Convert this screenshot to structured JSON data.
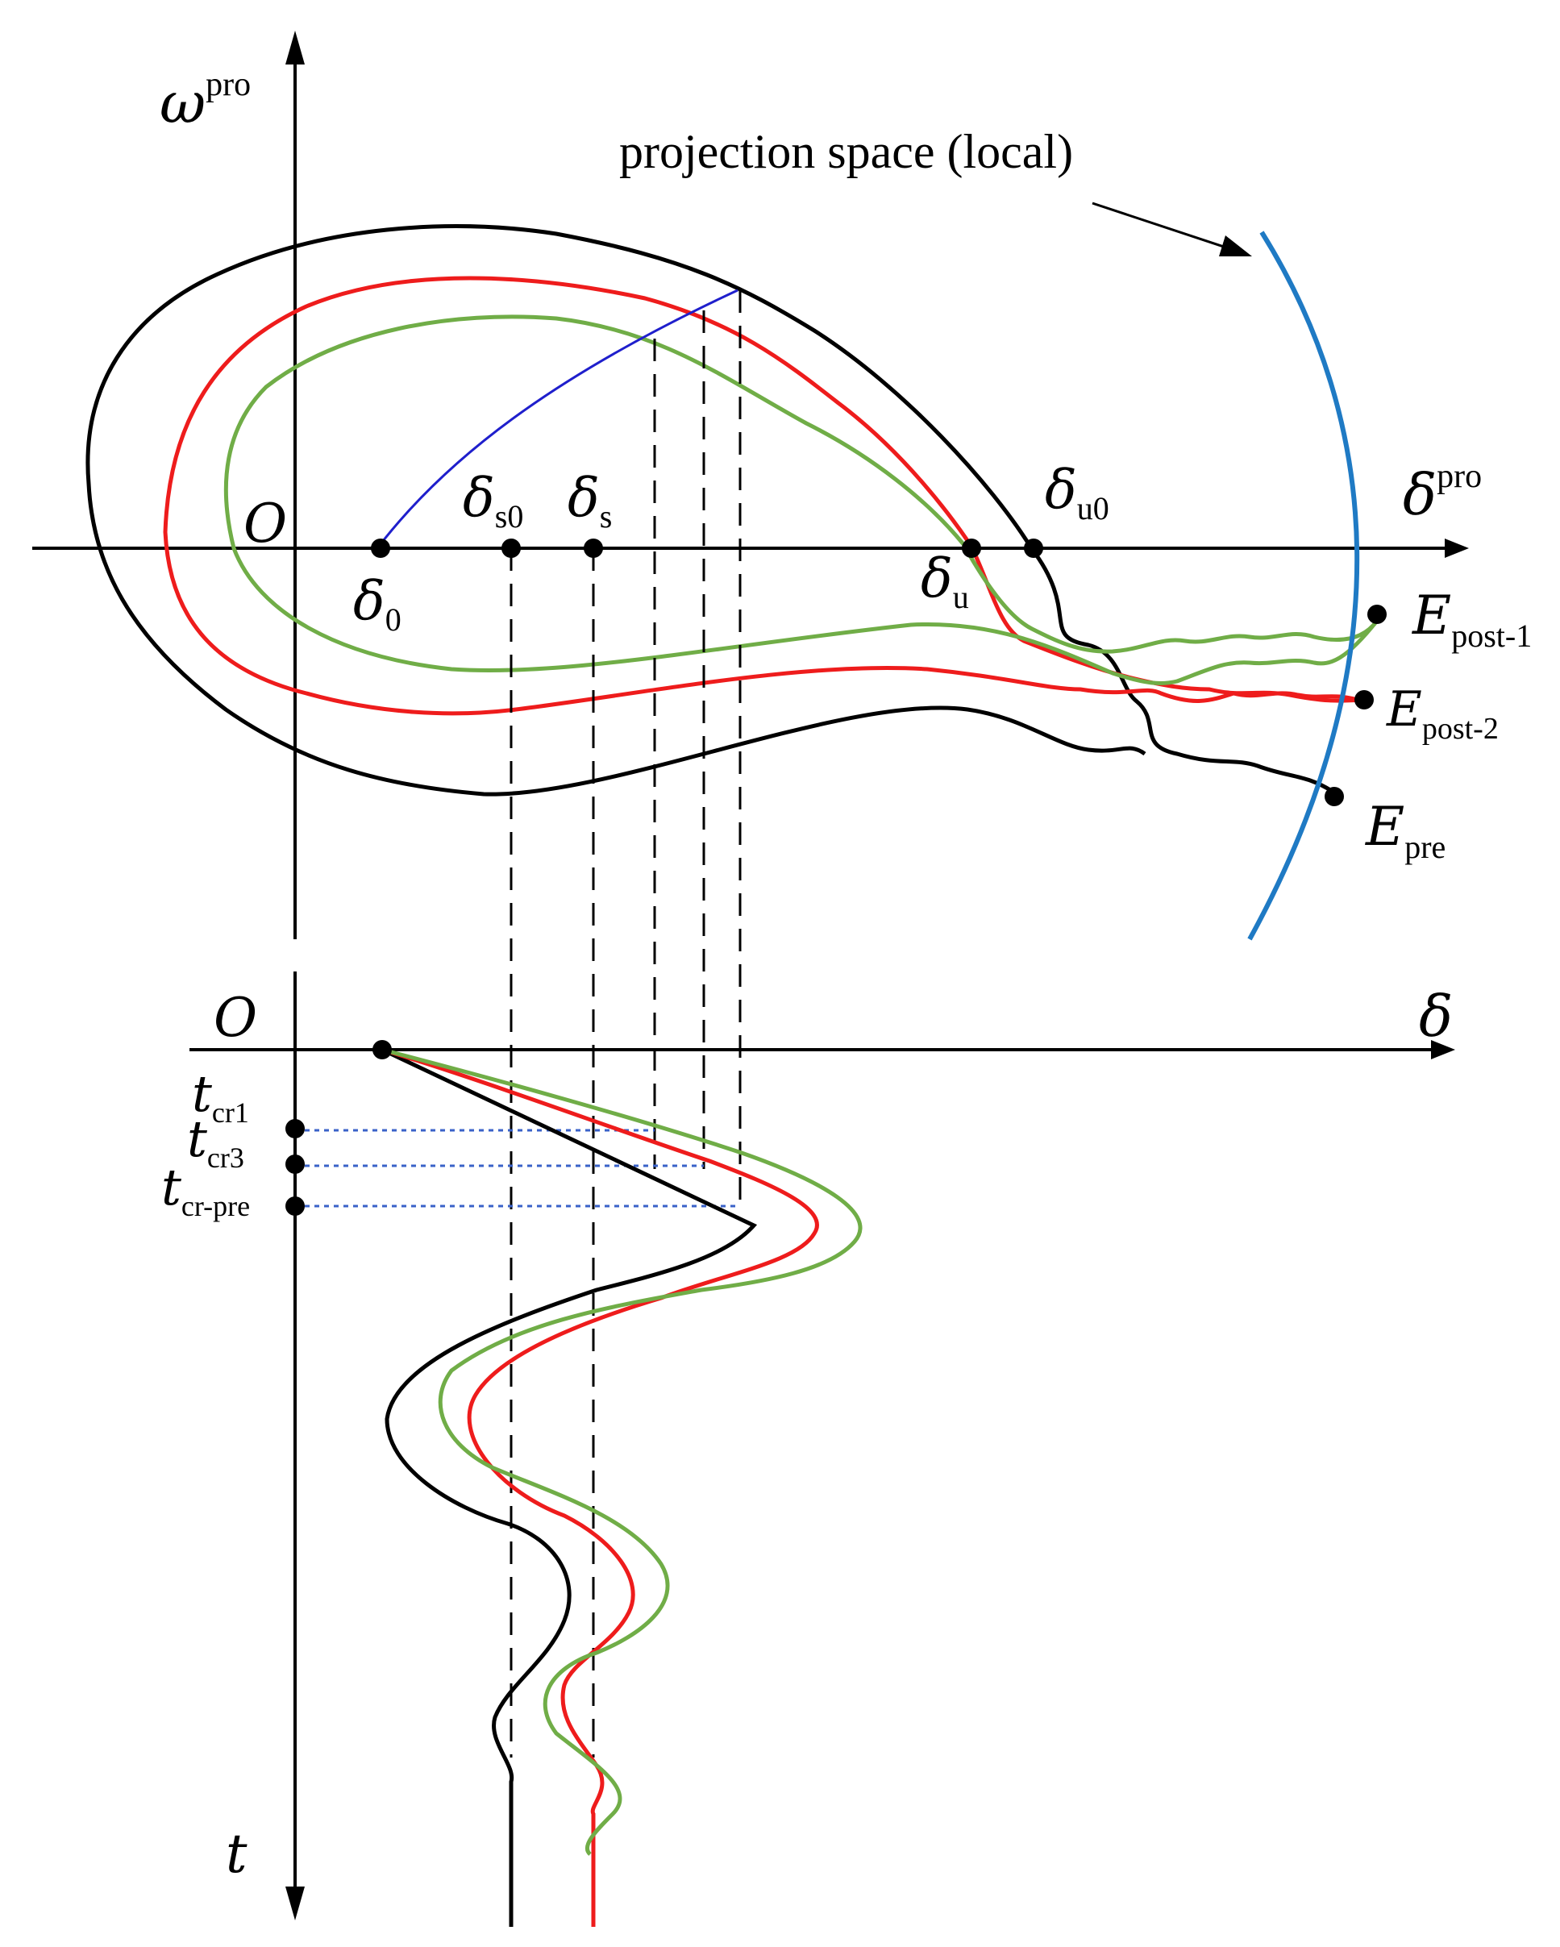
{
  "top_panel": {
    "y_axis_label": {
      "main": "ω",
      "sup": "pro"
    },
    "x_axis_label": {
      "main": "δ",
      "sup": "pro"
    },
    "origin_label": "O",
    "annotation": "projection space (local)",
    "points": {
      "delta_0": {
        "main": "δ",
        "sub": "0"
      },
      "delta_s0": {
        "main": "δ",
        "sub": "s0"
      },
      "delta_s": {
        "main": "δ",
        "sub": "s"
      },
      "delta_u": {
        "main": "δ",
        "sub": "u"
      },
      "delta_u0": {
        "main": "δ",
        "sub": "u0"
      },
      "E_post1": {
        "main": "E",
        "sub": "post-1"
      },
      "E_post2": {
        "main": "E",
        "sub": "post-2"
      },
      "E_pre": {
        "main": "E",
        "sub": "pre"
      }
    }
  },
  "bottom_panel": {
    "origin_label": "O",
    "x_axis_label": "δ",
    "t_axis_label": "t",
    "time_labels": [
      {
        "main": "t",
        "sub": "cr1"
      },
      {
        "main": "t",
        "sub": "cr3"
      },
      {
        "main": "t",
        "sub": "cr-pre"
      }
    ]
  },
  "colors": {
    "black_curve": "#000000",
    "red_curve": "#ee1c1c",
    "green_curve": "#70ad47",
    "blue_line": "#1f1fcc",
    "arc": "#1f7ac4",
    "dotted": "#3a62c8"
  }
}
